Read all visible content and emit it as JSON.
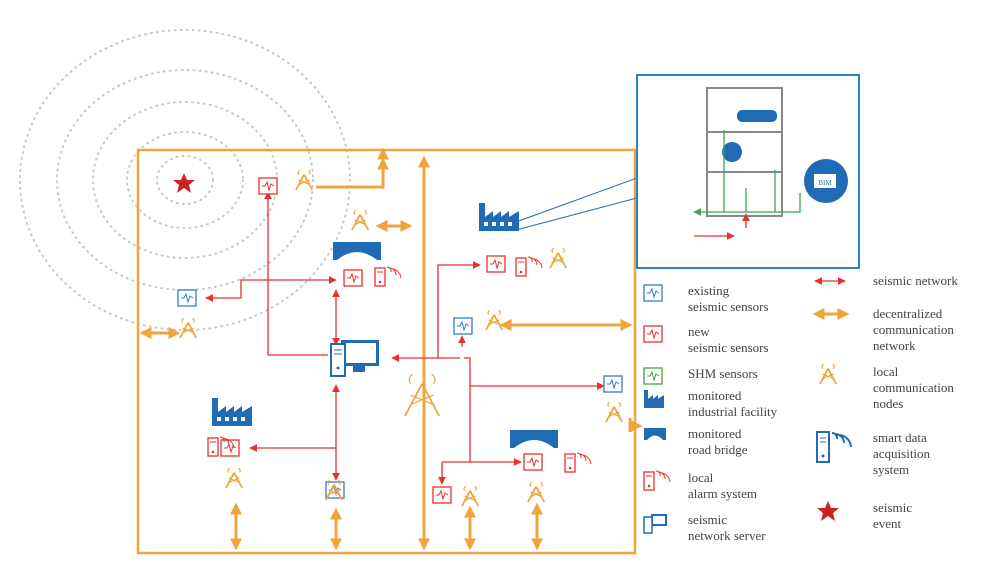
{
  "colors": {
    "frame": "#f0a53c",
    "seismic_link": "#e8302c",
    "comm_link": "#f0a53c",
    "existing_sensor": "#2f7ec8",
    "new_sensor": "#e8302c",
    "shm_sensor": "#3fa34d",
    "facility_blue": "#1f6bb5",
    "event_star": "#cc2222",
    "legend_text": "#444444"
  },
  "legend_left": [
    {
      "icon": "existing-sensor-icon",
      "lines": [
        "existing",
        "seismic sensors"
      ]
    },
    {
      "icon": "new-sensor-icon",
      "lines": [
        "new",
        "seismic sensors"
      ]
    },
    {
      "icon": "shm-sensor-icon",
      "lines": [
        "SHM sensors"
      ]
    },
    {
      "icon": "industrial-facility-icon",
      "lines": [
        "monitored",
        "industrial facility"
      ]
    },
    {
      "icon": "road-bridge-icon",
      "lines": [
        "monitored",
        "road bridge"
      ]
    },
    {
      "icon": "alarm-system-icon",
      "lines": [
        "local",
        "alarm system"
      ]
    },
    {
      "icon": "network-server-icon",
      "lines": [
        "seismic",
        "network server"
      ]
    }
  ],
  "legend_right": [
    {
      "icon": "seismic-network-arrow-icon",
      "lines": [
        "seismic network"
      ]
    },
    {
      "icon": "communication-network-arrow-icon",
      "lines": [
        "decentralized",
        "communication",
        "network"
      ]
    },
    {
      "icon": "communication-node-icon",
      "lines": [
        "local",
        "communication",
        "nodes"
      ]
    },
    {
      "icon": "data-acquisition-system-icon",
      "lines": [
        "smart data",
        "acquisition",
        "system"
      ]
    },
    {
      "icon": "seismic-event-star-icon",
      "lines": [
        "seismic",
        "event"
      ]
    }
  ],
  "inset": {
    "bim_label": "BIM"
  }
}
